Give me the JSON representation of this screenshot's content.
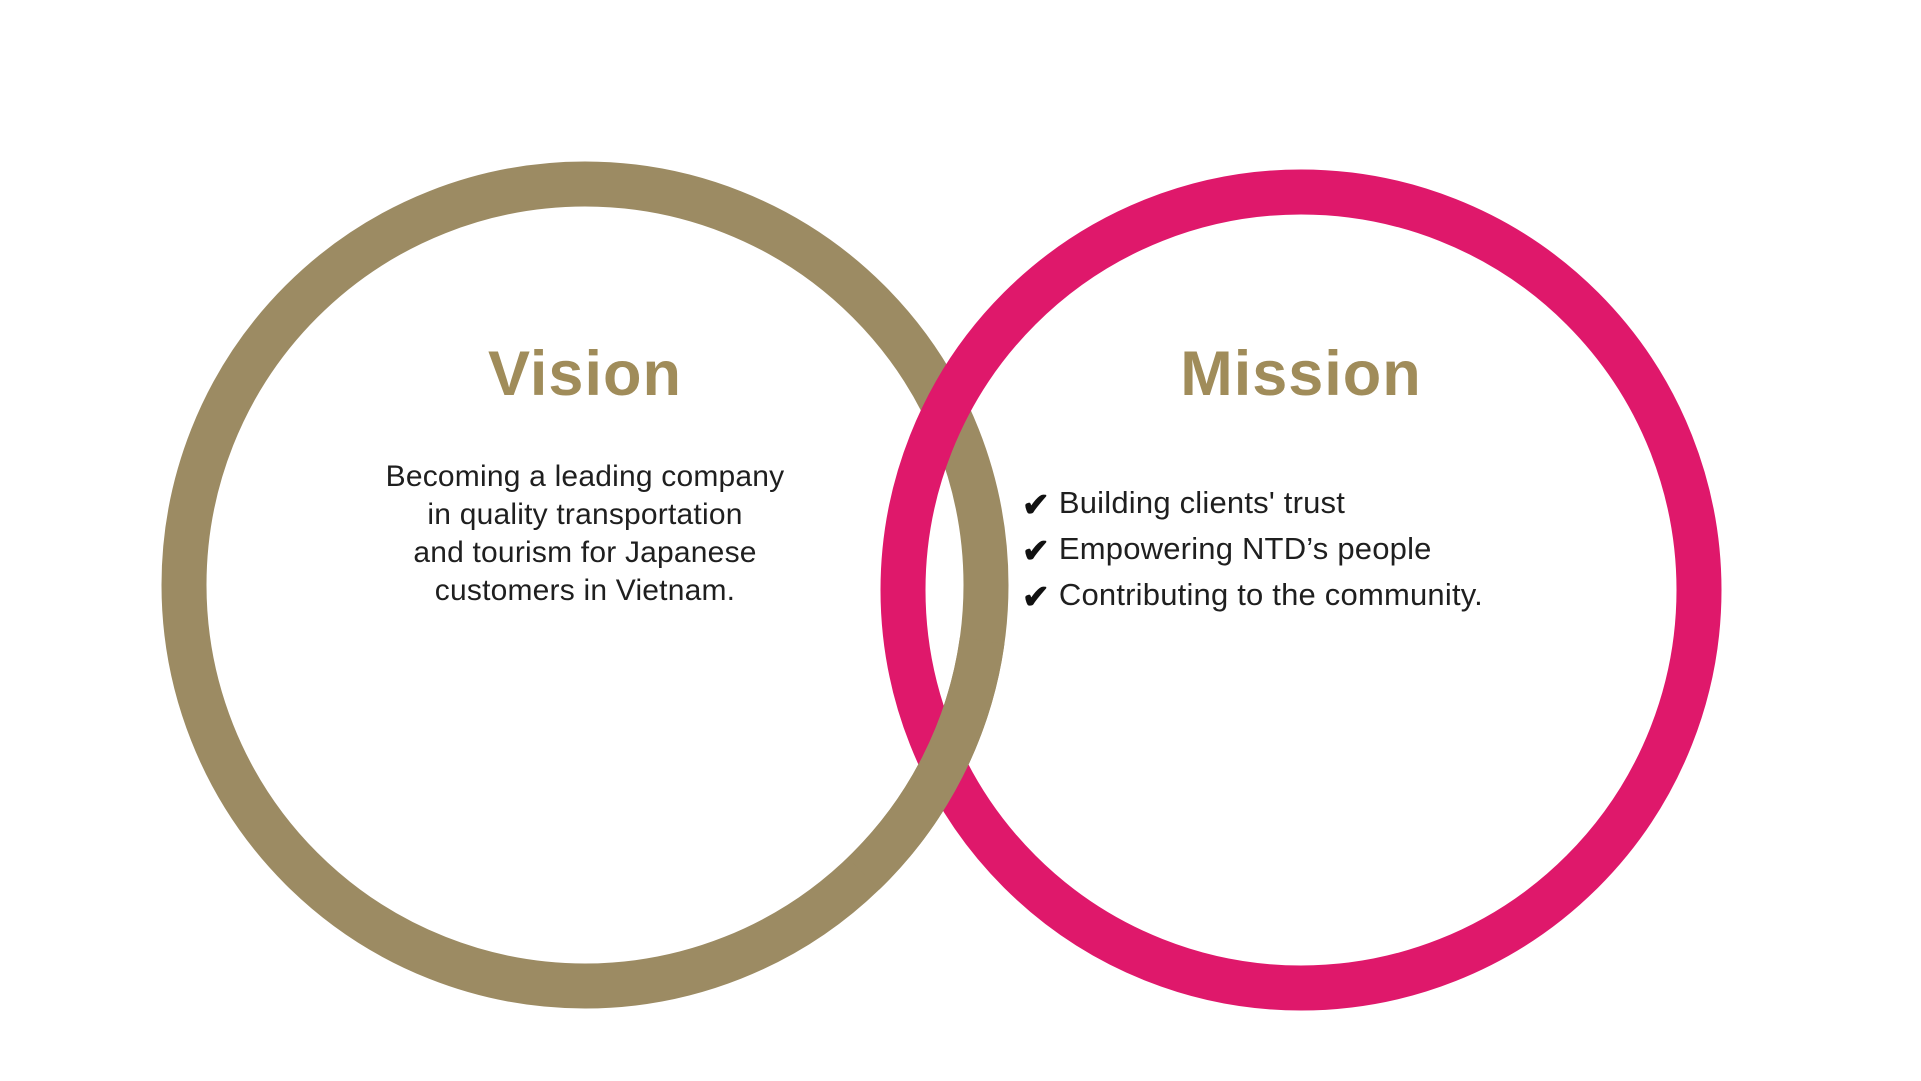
{
  "page": {
    "background_color": "#ffffff",
    "text_color": "#1f1f1f",
    "title_color": "#A08C5A"
  },
  "diagram": {
    "type": "interlocking-rings",
    "left_ring": {
      "color": "#9C8B63",
      "label": "Vision"
    },
    "right_ring": {
      "color": "#DF186B",
      "label": "Mission"
    },
    "vision": {
      "title": "Vision",
      "body_lines": {
        "0": "Becoming a leading company",
        "1": "in quality transportation",
        "2": "and tourism for Japanese",
        "3": "customers in Vietnam."
      }
    },
    "mission": {
      "title": "Mission",
      "check_glyph": "✔",
      "items": {
        "0": {
          "label": "Building clients' trust"
        },
        "1": {
          "label": "Empowering NTD’s people"
        },
        "2": {
          "label": "Contributing to the community."
        }
      }
    }
  }
}
